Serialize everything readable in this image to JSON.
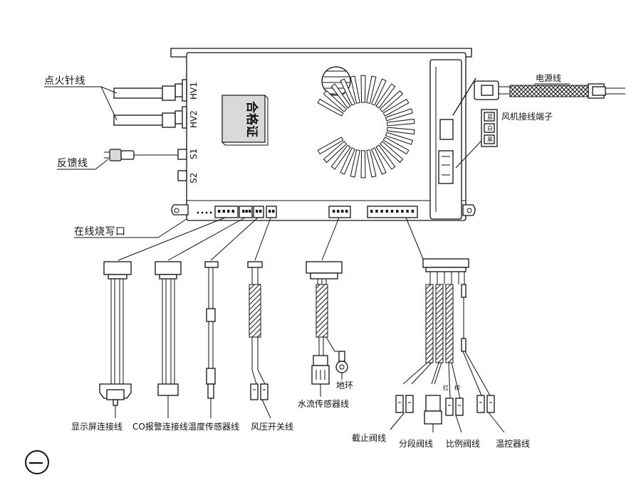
{
  "labels": {
    "ignition_wire": "点火针线",
    "feedback_wire": "反馈线",
    "online_burn_port": "在线烧写口",
    "power_wire": "电源线",
    "fan_terminal": "风机接线端子",
    "display_wire": "显示屏连接线",
    "co_alarm_wire": "CO报警连接线",
    "temp_sensor_wire": "温度传感器线",
    "air_pressure_switch_wire": "风压开关线",
    "water_flow_sensor_wire": "水流传感器线",
    "ground_ring": "地环",
    "shutoff_valve_wire": "截止阀线",
    "segment_valve_wire": "分段阀线",
    "proportional_valve_wire": "比例阀线",
    "thermostat_wire": "温控器线"
  },
  "board": {
    "certificate": "合格证",
    "ports": [
      "HV1",
      "HV2",
      "S1",
      "S2"
    ]
  },
  "fan_terminal_colors": [
    "蓝",
    "白",
    "黑"
  ],
  "valve_wire_marks": [
    "红",
    "棕"
  ],
  "page_number": "一",
  "colors": {
    "line": "#111111",
    "background": "#ffffff"
  }
}
